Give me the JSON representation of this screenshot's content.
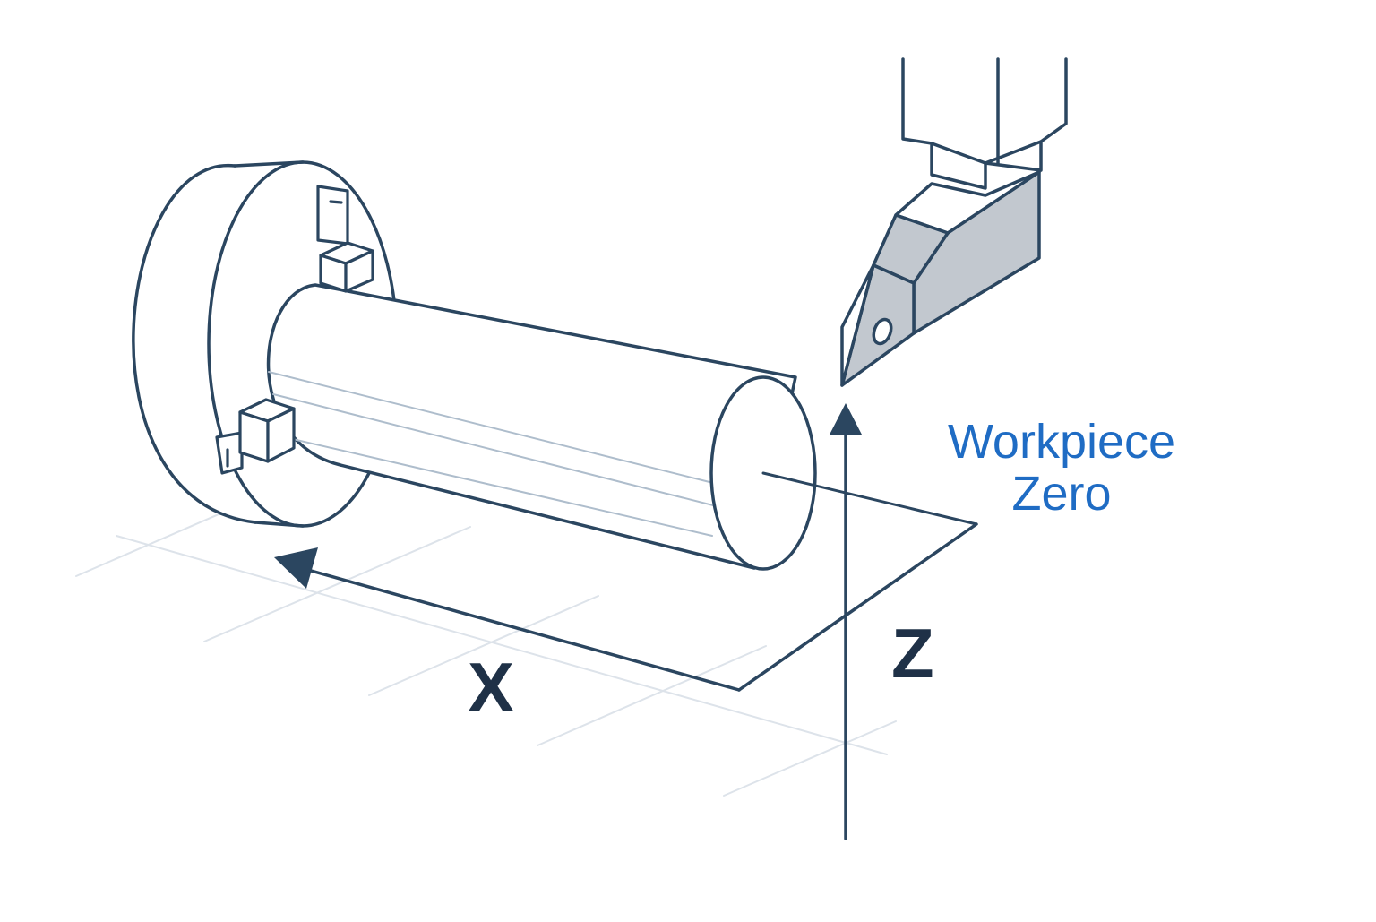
{
  "labels": {
    "x_axis": "X",
    "z_axis": "Z",
    "zero_line1": "Workpiece",
    "zero_line2": "Zero"
  },
  "colors": {
    "stroke": "#2b4660",
    "label": "#1f3147",
    "accent": "#1f6cc4",
    "tool_fill": "#c2c8cf",
    "grid": "#dde3ea",
    "shaft_detail": "#aebdcc"
  },
  "icons": {
    "chuck": "lathe-chuck-icon",
    "tool": "cutting-tool-icon"
  }
}
